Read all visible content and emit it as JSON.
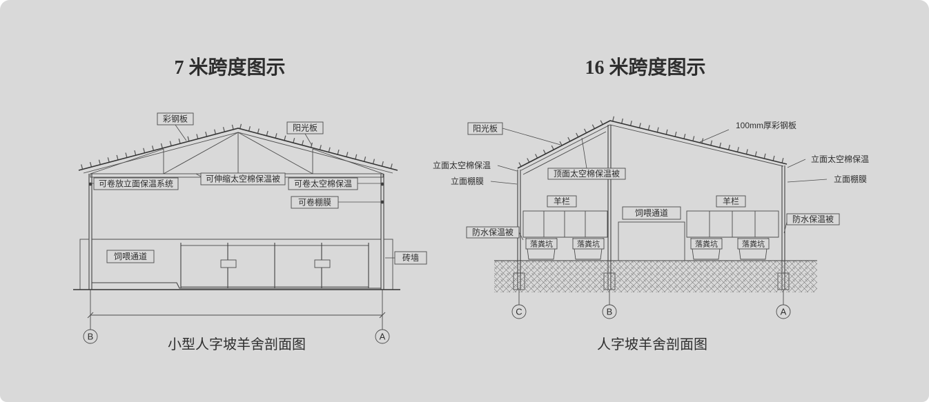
{
  "colors": {
    "background": "#d9d9d9",
    "line": "#3f3f3f",
    "text": "#2e2e2e"
  },
  "left": {
    "title": "7 米跨度图示",
    "caption": "小型人字坡羊舍剖面图",
    "axis": {
      "left": "B",
      "right": "A"
    },
    "labels": {
      "steel_panel": "彩钢板",
      "sun_panel": "阳光板",
      "rollable_facade": "可卷放立面保温系统",
      "retractable_quilt": "可伸缩太空棉保温被",
      "rollable_cotton": "可卷太空棉保温",
      "rollable_film": "可卷棚膜",
      "feed_aisle": "饲喂通道",
      "brick_wall": "砖墙"
    }
  },
  "right": {
    "title": "16 米跨度图示",
    "caption": "人字坡羊舍剖面图",
    "axis": {
      "left": "C",
      "middle": "B",
      "right": "A"
    },
    "labels": {
      "sun_panel": "阳光板",
      "facade_cotton_left": "立面太空棉保温",
      "facade_film_left": "立面棚膜",
      "roof_cotton_quilt": "顶面太空棉保温被",
      "steel_panel_100": "100mm厚彩钢板",
      "facade_cotton_right": "立面太空棉保温",
      "facade_film_right": "立面棚膜",
      "sheep_pen_left": "羊栏",
      "sheep_pen_right": "羊栏",
      "feed_aisle": "饲喂通道",
      "waterproof_quilt_left": "防水保温被",
      "waterproof_quilt_right": "防水保温被",
      "manure_pit_1": "落粪坑",
      "manure_pit_2": "落粪坑",
      "manure_pit_3": "落粪坑",
      "manure_pit_4": "落粪坑"
    }
  }
}
